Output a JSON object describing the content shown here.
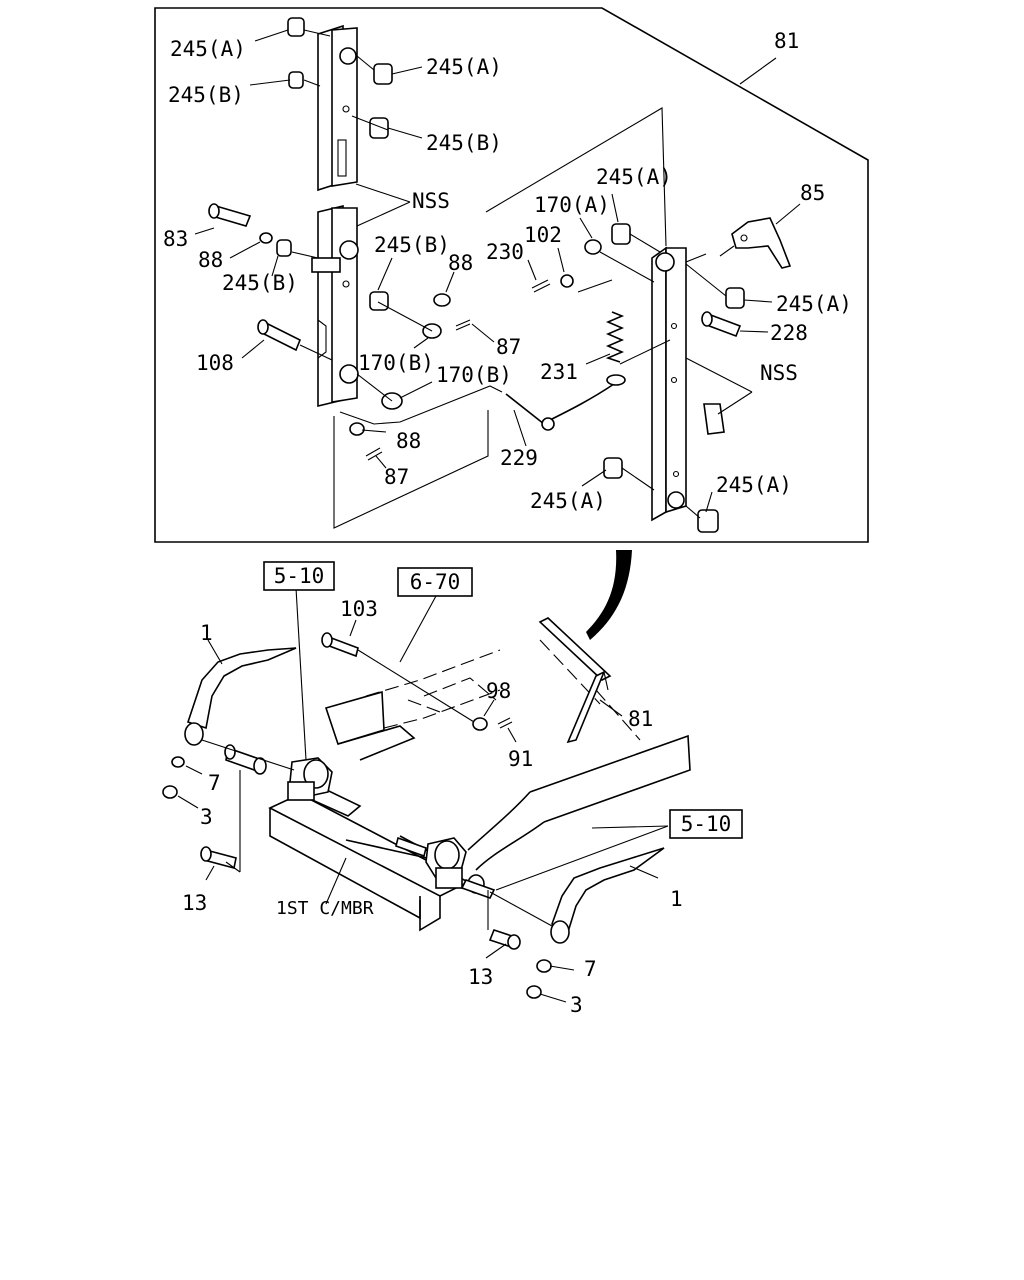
{
  "labels": {
    "l_245a_1": "245(A)",
    "l_245b_1": "245(B)",
    "l_245a_2": "245(A)",
    "l_245b_2": "245(B)",
    "l_81_top": "81",
    "l_nss_1": "NSS",
    "l_83": "83",
    "l_88_1": "88",
    "l_245b_3": "245(B)",
    "l_245b_4": "245(B)",
    "l_88_2": "88",
    "l_108": "108",
    "l_170b_1": "170(B)",
    "l_170b_2": "170(B)",
    "l_87_1": "87",
    "l_88_3": "88",
    "l_87_2": "87",
    "l_245a_3": "245(A)",
    "l_170a": "170(A)",
    "l_230": "230",
    "l_102": "102",
    "l_85": "85",
    "l_245a_4": "245(A)",
    "l_228": "228",
    "l_231": "231",
    "l_nss_2": "NSS",
    "l_229": "229",
    "l_245a_5": "245(A)",
    "l_245a_6": "245(A)",
    "l_103": "103",
    "l_1_left": "1",
    "l_98": "98",
    "l_91": "91",
    "l_81_lower": "81",
    "l_7_left": "7",
    "l_3_left": "3",
    "l_13_left": "13",
    "l_1st_cmbr": "1ST C/MBR",
    "l_1_right": "1",
    "l_13_right": "13",
    "l_7_right": "7",
    "l_3_right": "3"
  },
  "refs": {
    "r_5_10_top": "5-10",
    "r_6_70": "6-70",
    "r_5_10_right": "5-10"
  }
}
